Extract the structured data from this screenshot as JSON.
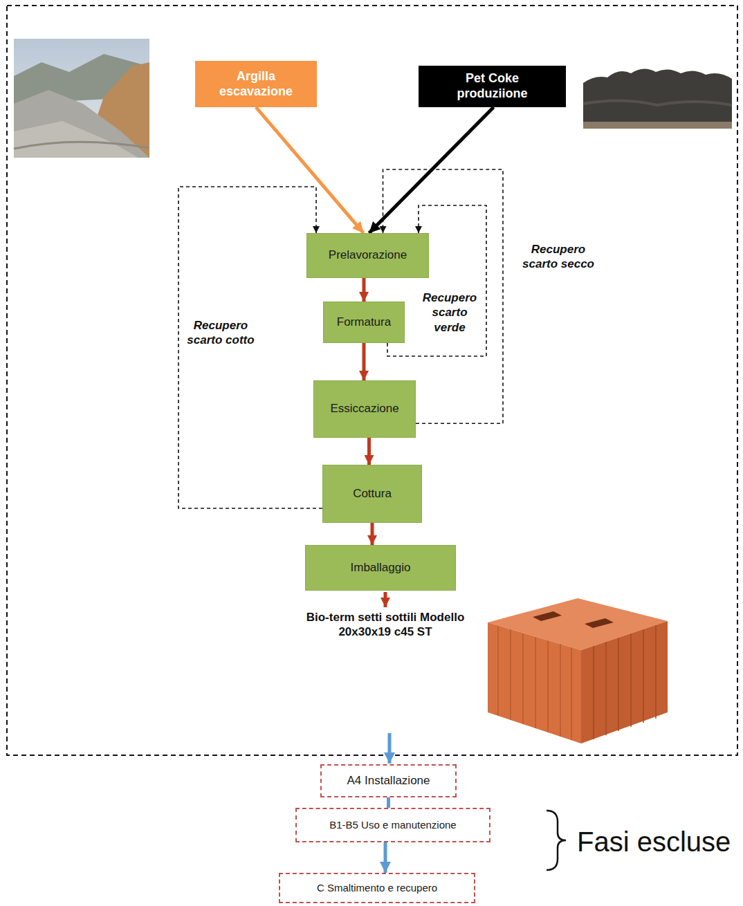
{
  "diagram": {
    "nodes": [
      {
        "text": [
          "Argilla escavazione"
        ]
      },
      {
        "text": [
          "Pet Coke produziione"
        ]
      },
      {
        "text": [
          "Prelavorazione"
        ]
      },
      {
        "text": [
          "Formatura"
        ]
      },
      {
        "text": [
          "Essiccazione"
        ]
      },
      {
        "text": [
          "Cottura"
        ]
      },
      {
        "text": [
          "Imballaggio"
        ]
      },
      {
        "text": [
          "A4 Installazione"
        ]
      },
      {
        "text": [
          "B1-B5 Uso e manutenzione"
        ]
      },
      {
        "text": [
          "C Smaltimento e recupero"
        ]
      }
    ],
    "edges": [
      {
        "from": 0,
        "to": 2,
        "arrow": "to"
      },
      {
        "from": 1,
        "to": 2,
        "arrow": "to"
      },
      {
        "from": 2,
        "to": 3,
        "arrow": "to"
      },
      {
        "from": 3,
        "to": 4,
        "arrow": "to"
      },
      {
        "from": 4,
        "to": 5,
        "arrow": "to"
      },
      {
        "from": 5,
        "to": 6,
        "arrow": "to"
      },
      {
        "from": 5,
        "to": 2,
        "label": "Recupero scarto cotto",
        "arrow": "to"
      },
      {
        "from": 3,
        "to": 2,
        "label": "Recupero scarto verde",
        "arrow": "to"
      },
      {
        "from": 4,
        "to": 2,
        "label": "Recupero scarto secco",
        "arrow": "to"
      },
      {
        "from": 7,
        "to": 8,
        "arrow": "none"
      },
      {
        "from": 8,
        "to": 9,
        "arrow": "to"
      }
    ],
    "labels": [
      "Bio-term setti sottili Modello 20x30x19 c45 ST",
      "Fasi escluse"
    ]
  }
}
